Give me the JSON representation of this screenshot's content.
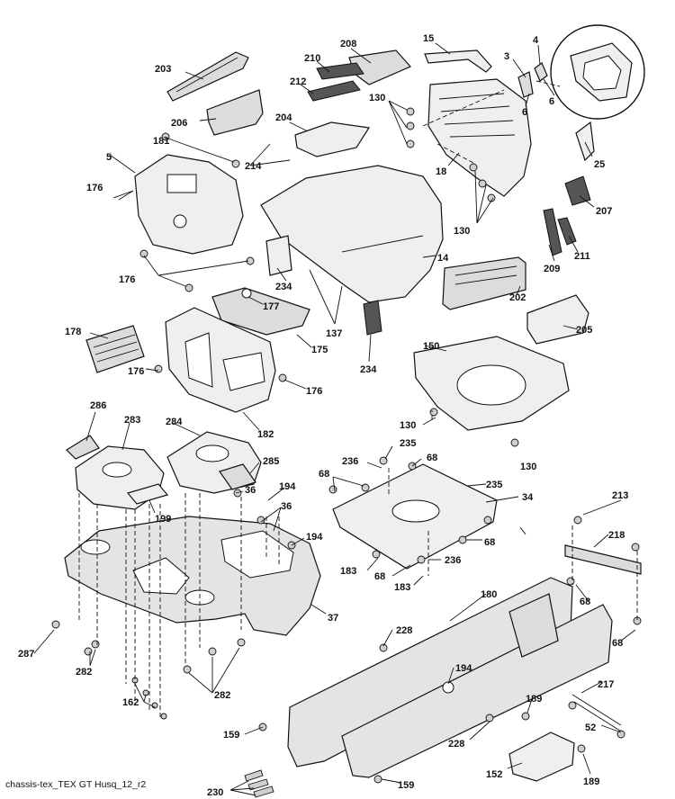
{
  "caption": "chassis-tex_TEX GT Husq_12_r2",
  "callouts": [
    {
      "id": "c15",
      "text": "15"
    },
    {
      "id": "c4",
      "text": "4"
    },
    {
      "id": "c3",
      "text": "3"
    },
    {
      "id": "c6a",
      "text": "6"
    },
    {
      "id": "c6b",
      "text": "6"
    },
    {
      "id": "c208",
      "text": "208"
    },
    {
      "id": "c210",
      "text": "210"
    },
    {
      "id": "c203",
      "text": "203"
    },
    {
      "id": "c212",
      "text": "212"
    },
    {
      "id": "c130a",
      "text": "130"
    },
    {
      "id": "c206",
      "text": "206"
    },
    {
      "id": "c204",
      "text": "204"
    },
    {
      "id": "c181",
      "text": "181"
    },
    {
      "id": "c214",
      "text": "214"
    },
    {
      "id": "c18",
      "text": "18"
    },
    {
      "id": "c25",
      "text": "25"
    },
    {
      "id": "c5",
      "text": "5"
    },
    {
      "id": "c176a",
      "text": "176"
    },
    {
      "id": "c207",
      "text": "207"
    },
    {
      "id": "c130b",
      "text": "130"
    },
    {
      "id": "c209",
      "text": "209"
    },
    {
      "id": "c211",
      "text": "211"
    },
    {
      "id": "c14",
      "text": "14"
    },
    {
      "id": "c176b",
      "text": "176"
    },
    {
      "id": "c234a",
      "text": "234"
    },
    {
      "id": "c202",
      "text": "202"
    },
    {
      "id": "c177",
      "text": "177"
    },
    {
      "id": "c137",
      "text": "137"
    },
    {
      "id": "c178",
      "text": "178"
    },
    {
      "id": "c205",
      "text": "205"
    },
    {
      "id": "c175",
      "text": "175"
    },
    {
      "id": "c150",
      "text": "150"
    },
    {
      "id": "c234b",
      "text": "234"
    },
    {
      "id": "c176c",
      "text": "176"
    },
    {
      "id": "c176d",
      "text": "176"
    },
    {
      "id": "c182",
      "text": "182"
    },
    {
      "id": "c130c",
      "text": "130"
    },
    {
      "id": "c286",
      "text": "286"
    },
    {
      "id": "c283",
      "text": "283"
    },
    {
      "id": "c284",
      "text": "284"
    },
    {
      "id": "c235a",
      "text": "235"
    },
    {
      "id": "c236a",
      "text": "236"
    },
    {
      "id": "c68a",
      "text": "68"
    },
    {
      "id": "c130d",
      "text": "130"
    },
    {
      "id": "c285",
      "text": "285"
    },
    {
      "id": "c68b",
      "text": "68"
    },
    {
      "id": "c235b",
      "text": "235"
    },
    {
      "id": "c36a",
      "text": "36"
    },
    {
      "id": "c194a",
      "text": "194"
    },
    {
      "id": "c34",
      "text": "34"
    },
    {
      "id": "c199",
      "text": "199"
    },
    {
      "id": "c36b",
      "text": "36"
    },
    {
      "id": "c213",
      "text": "213"
    },
    {
      "id": "c194b",
      "text": "194"
    },
    {
      "id": "c218",
      "text": "218"
    },
    {
      "id": "c68c",
      "text": "68"
    },
    {
      "id": "c183a",
      "text": "183"
    },
    {
      "id": "c68d",
      "text": "68"
    },
    {
      "id": "c236b",
      "text": "236"
    },
    {
      "id": "c183b",
      "text": "183"
    },
    {
      "id": "c180",
      "text": "180"
    },
    {
      "id": "c68e",
      "text": "68"
    },
    {
      "id": "c37",
      "text": "37"
    },
    {
      "id": "c228a",
      "text": "228"
    },
    {
      "id": "c68f",
      "text": "68"
    },
    {
      "id": "c287",
      "text": "287"
    },
    {
      "id": "c282a",
      "text": "282"
    },
    {
      "id": "c194c",
      "text": "194"
    },
    {
      "id": "c217",
      "text": "217"
    },
    {
      "id": "c162",
      "text": "162"
    },
    {
      "id": "c282b",
      "text": "282"
    },
    {
      "id": "c189a",
      "text": "189"
    },
    {
      "id": "c52",
      "text": "52"
    },
    {
      "id": "c159a",
      "text": "159"
    },
    {
      "id": "c228b",
      "text": "228"
    },
    {
      "id": "c152",
      "text": "152"
    },
    {
      "id": "c159b",
      "text": "159"
    },
    {
      "id": "c189b",
      "text": "189"
    },
    {
      "id": "c230",
      "text": "230"
    }
  ]
}
